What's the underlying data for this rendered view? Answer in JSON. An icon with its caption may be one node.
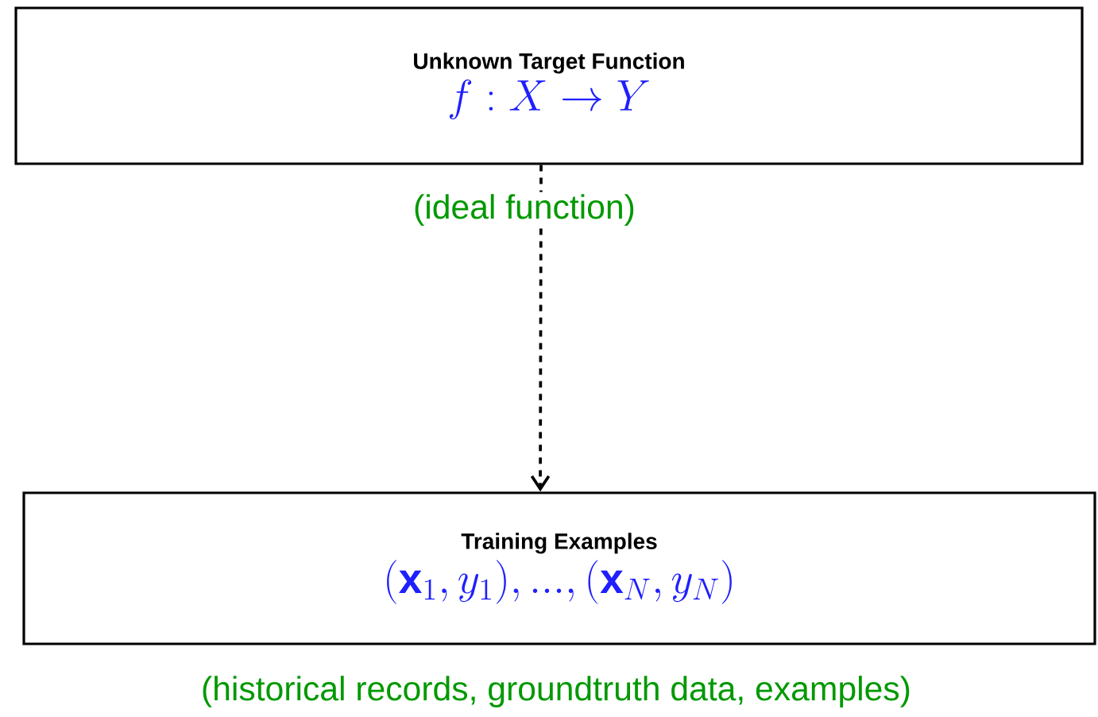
{
  "diagram": {
    "nodes": [
      {
        "text": [
          "Unknown Target Function",
          "f : X \\rightarrow Y"
        ],
        "beside": [
          "(ideal function)"
        ]
      },
      {
        "text": [
          "Training Examples",
          "(\\mathbf{x}_1, y_1), ..., (\\mathbf{x}_N, y_N)"
        ],
        "beside": [
          "(historical records, groundtruth data, examples)"
        ]
      }
    ],
    "edges": [
      {
        "from": 0,
        "to": 1,
        "arrow": "to",
        "style": "dashed"
      }
    ]
  }
}
